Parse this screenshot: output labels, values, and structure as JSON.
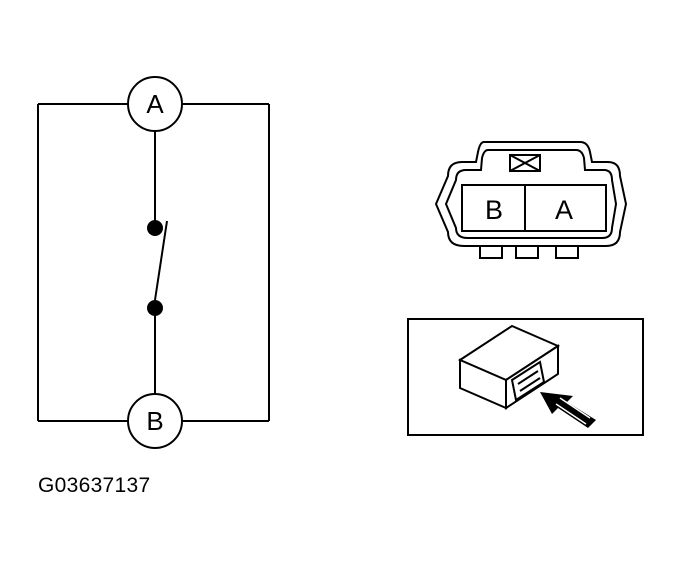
{
  "switch_diagram": {
    "terminal_top": "A",
    "terminal_bottom": "B"
  },
  "connector": {
    "pins": [
      "B",
      "A"
    ]
  },
  "figure_code": "G03637137"
}
